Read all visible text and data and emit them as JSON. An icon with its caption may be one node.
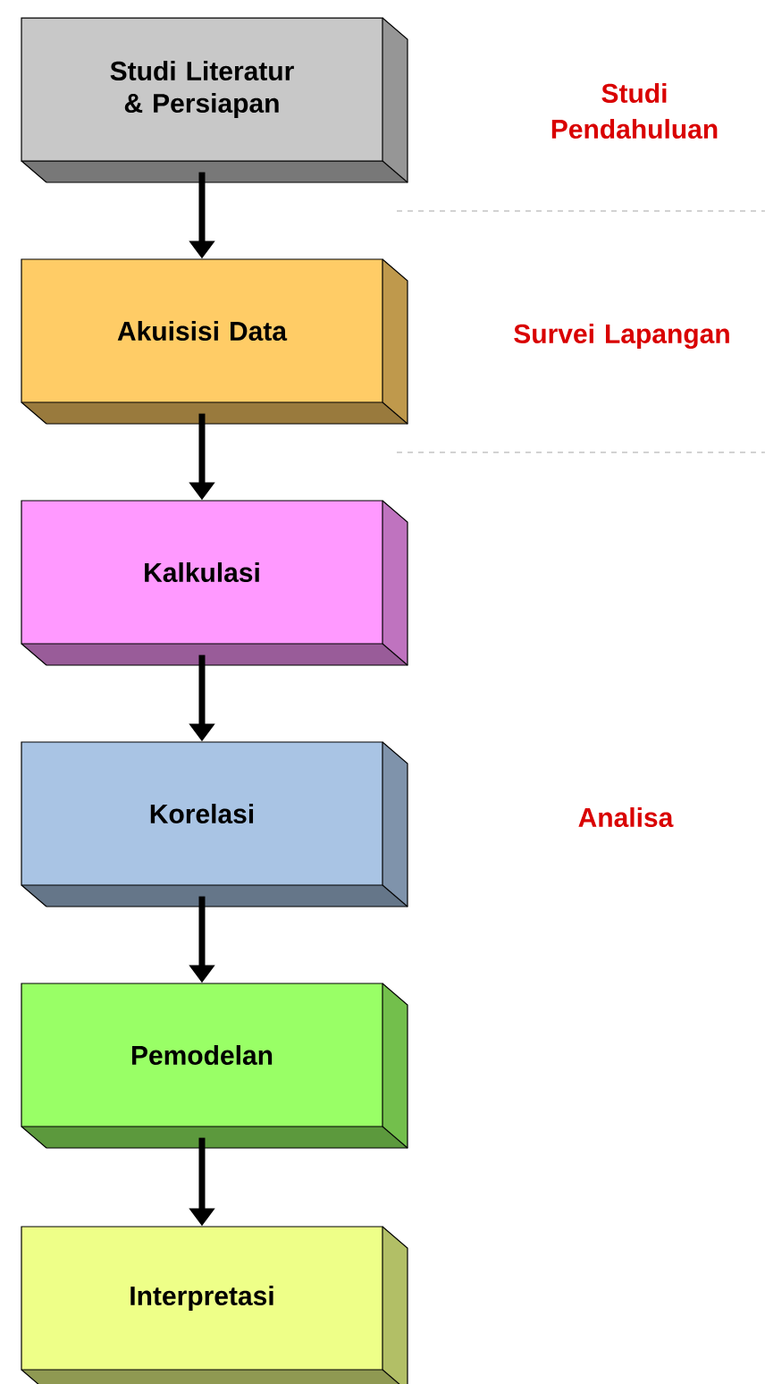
{
  "diagram": {
    "nodes": [
      {
        "text": [
          "Studi Literatur & Persiapan"
        ]
      },
      {
        "text": [
          "Akuisisi Data"
        ]
      },
      {
        "text": [
          "Kalkulasi"
        ]
      },
      {
        "text": [
          "Korelasi"
        ]
      },
      {
        "text": [
          "Pemodelan"
        ]
      },
      {
        "text": [
          "Interpretasi"
        ]
      }
    ],
    "edges": [
      {
        "from": 0,
        "to": 1,
        "arrow": "to"
      },
      {
        "from": 1,
        "to": 2,
        "arrow": "to"
      },
      {
        "from": 2,
        "to": 3,
        "arrow": "to"
      },
      {
        "from": 3,
        "to": 4,
        "arrow": "to"
      },
      {
        "from": 4,
        "to": 5,
        "arrow": "to"
      }
    ],
    "labels": [
      "Studi Pendahuluan",
      "Survei Lapangan",
      "Analisa"
    ]
  }
}
